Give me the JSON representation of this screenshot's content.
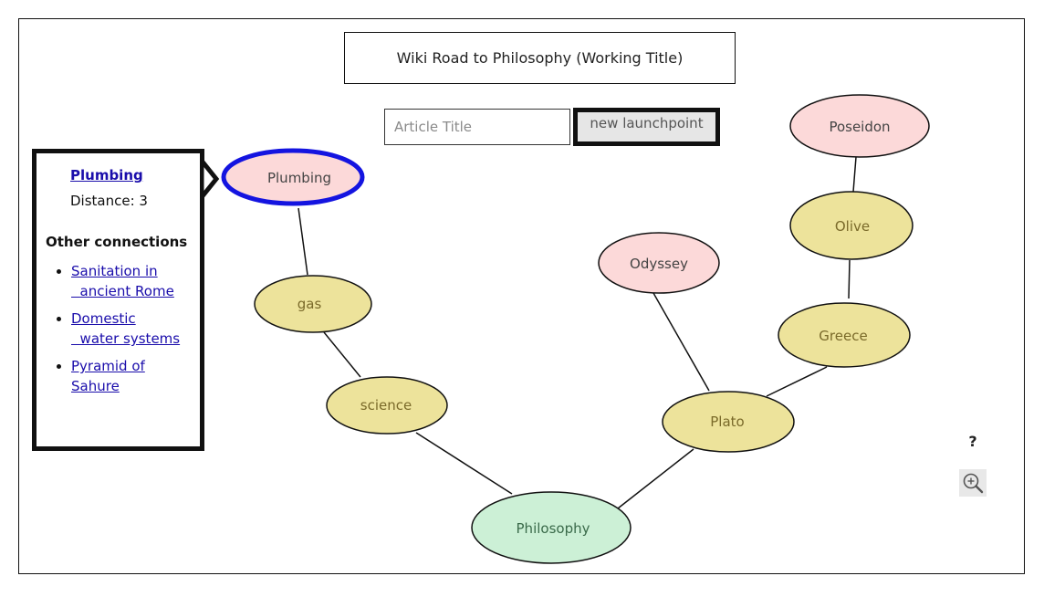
{
  "header": {
    "title": "Wiki Road to Philosophy (Working Title)"
  },
  "search": {
    "placeholder": "Article Title",
    "value": ""
  },
  "launch": {
    "label": "new launchpoint"
  },
  "info": {
    "title": "Plumbing",
    "distance": "Distance: 3",
    "other_heading": "Other connections",
    "connections": [
      {
        "line1": "Sanitation in",
        "line2": "ancient Rome"
      },
      {
        "line1": "Domestic",
        "line2": "water systems"
      },
      {
        "line1": "Pyramid of",
        "line2": "Sahure"
      }
    ]
  },
  "graph": {
    "nodes": {
      "plumbing": "Plumbing",
      "gas": "gas",
      "science": "science",
      "philosophy": "Philosophy",
      "plato": "Plato",
      "odyssey": "Odyssey",
      "greece": "Greece",
      "olive": "Olive",
      "poseidon": "Poseidon"
    }
  },
  "controls": {
    "help": "?"
  },
  "colors": {
    "start_node": "#fcd9d9",
    "path_node": "#ede39b",
    "target_node": "#ccf0d6",
    "selected_border": "#1414e0",
    "link": "#1a0dab"
  },
  "icons": {
    "zoom": "zoom-in-icon",
    "pointer": "panel-pointer-icon"
  }
}
